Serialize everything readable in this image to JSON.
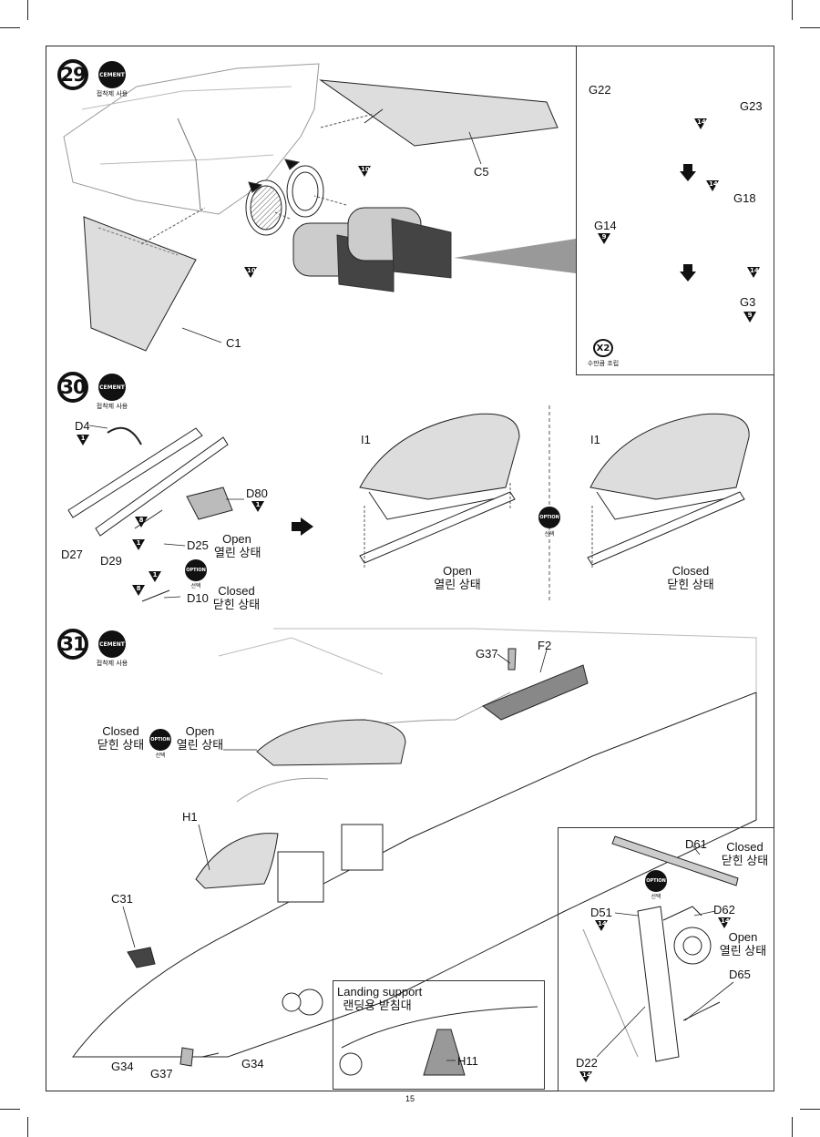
{
  "page_number": "15",
  "badge": {
    "cement": "CEMENT",
    "cement_caption": "접착제 사용",
    "option": "OPTION",
    "option_caption": "선택",
    "x2": "X2",
    "x2_caption": "수만큼 조립"
  },
  "step29": {
    "number": "29",
    "labels": {
      "c5": "C5",
      "c1": "C1",
      "g22": "G22",
      "g23": "G23",
      "g18": "G18",
      "g14": "G14",
      "g3": "G3"
    },
    "paint": {
      "p10": "10",
      "p14": "14",
      "p9": "9"
    }
  },
  "step30": {
    "number": "30",
    "labels": {
      "d4": "D4",
      "d80": "D80",
      "d25": "D25",
      "d10": "D10",
      "d27": "D27",
      "d29": "D29",
      "i1": "I1"
    },
    "open_en": "Open",
    "open_ko": "열린 상태",
    "closed_en": "Closed",
    "closed_ko": "닫힌 상태",
    "paint": {
      "p1": "1",
      "p8": "8"
    }
  },
  "step31": {
    "number": "31",
    "labels": {
      "g37": "G37",
      "f2": "F2",
      "h1": "H1",
      "c31": "C31",
      "g34": "G34",
      "h11": "H11",
      "d61": "D61",
      "d51": "D51",
      "d62": "D62",
      "d65": "D65",
      "d22": "D22"
    },
    "closed_en": "Closed",
    "closed_ko": "닫힌 상태",
    "open_en": "Open",
    "open_ko": "열린 상태",
    "landing_en": "Landing support",
    "landing_ko": "랜딩용 받침대",
    "paint": {
      "p14": "14"
    }
  }
}
